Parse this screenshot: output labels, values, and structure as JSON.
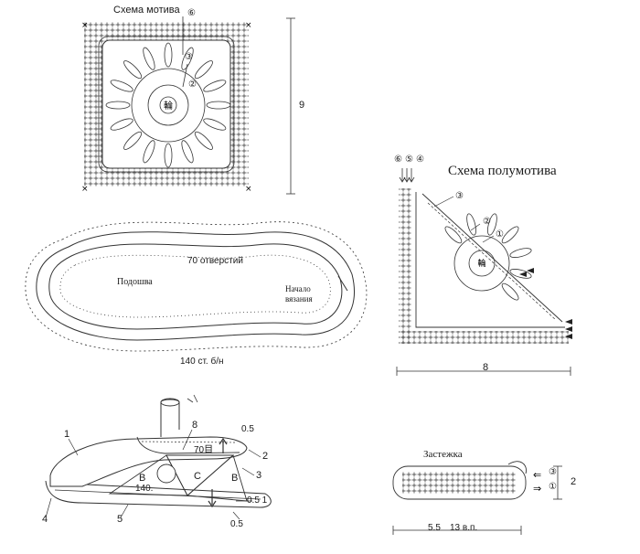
{
  "motif": {
    "title": "Схема мотива",
    "dimension": "9",
    "rounds": [
      "⑥",
      "③",
      "②"
    ],
    "center": "輪"
  },
  "half_motif": {
    "title": "Схема полумотива",
    "dimension": "8",
    "rounds_top": [
      "⑥",
      "⑤",
      "④"
    ],
    "rounds": [
      "③",
      "②",
      "①"
    ],
    "center": "輪"
  },
  "sole": {
    "label": "Подошва",
    "holes": "70  отверстий",
    "start": "Начало\nвязания",
    "stitches": "140  ст. б/н"
  },
  "assembly": {
    "numbers": [
      "1",
      "2",
      "3",
      "4",
      "5",
      "8"
    ],
    "parts": [
      "B",
      "C",
      "B"
    ],
    "values": [
      "0.5",
      "70目",
      "140.",
      "0.5 1",
      "0.5"
    ]
  },
  "strap": {
    "title": "Застежка",
    "width": "5.5",
    "chain": "13 в.п.",
    "height": "2",
    "rounds": [
      "③",
      "①"
    ]
  }
}
